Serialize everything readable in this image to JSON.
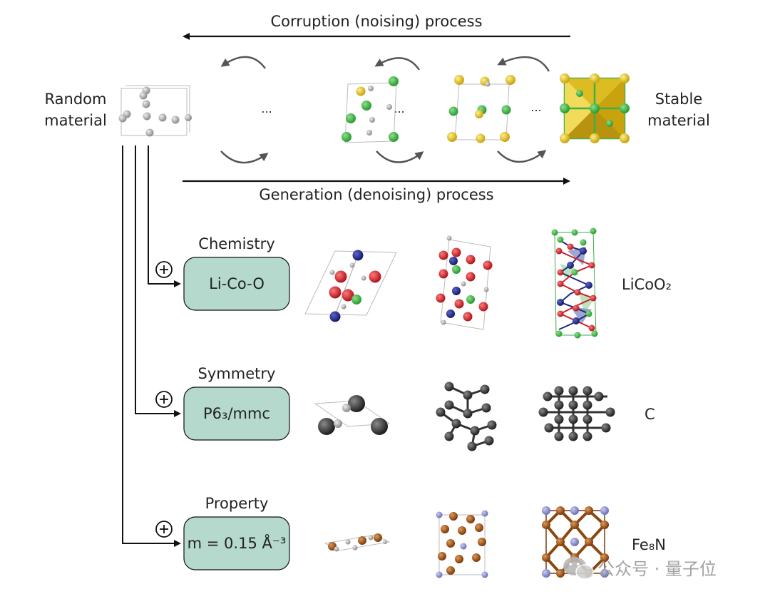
{
  "processes": {
    "corruption": "Corruption (noising) process",
    "generation": "Generation (denoising) process"
  },
  "endpoints": {
    "random_line1": "Random",
    "random_line2": "material",
    "stable_line1": "Stable",
    "stable_line2": "material"
  },
  "ellipsis": "...",
  "conditions": [
    {
      "title": "Chemistry",
      "box": "Li-Co-O",
      "result": "LiCoO₂"
    },
    {
      "title": "Symmetry",
      "box": "P6₃/mmc",
      "result": "C"
    },
    {
      "title": "Property",
      "box": "m = 0.15 Å⁻³",
      "result": "Fe₈N"
    }
  ],
  "plus_symbol": "⊕",
  "watermark": "公众号 · 量子位",
  "colors": {
    "box_fill": "#b5d9cc",
    "li": "#3cb043",
    "co": "#1f2a7a",
    "o": "#cc1f2a",
    "gray_atom": "#9e9e9e",
    "carbon": "#3a3a3a",
    "fe": "#a0561a",
    "n": "#8a8fd0",
    "yellow": "#e5c21a"
  }
}
